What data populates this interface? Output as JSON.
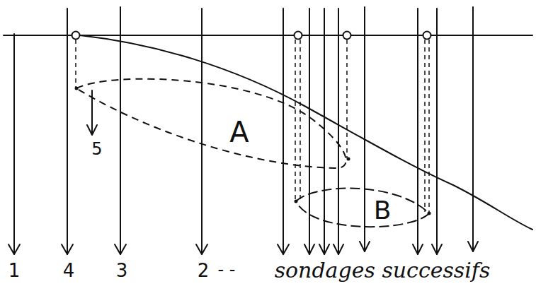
{
  "diagram": {
    "nodes": [
      {
        "text": [
          "A"
        ]
      },
      {
        "text": [
          "B"
        ]
      }
    ],
    "labels": [
      "5",
      "1",
      "4",
      "3",
      "2",
      "- -",
      "sondages successifs"
    ]
  }
}
